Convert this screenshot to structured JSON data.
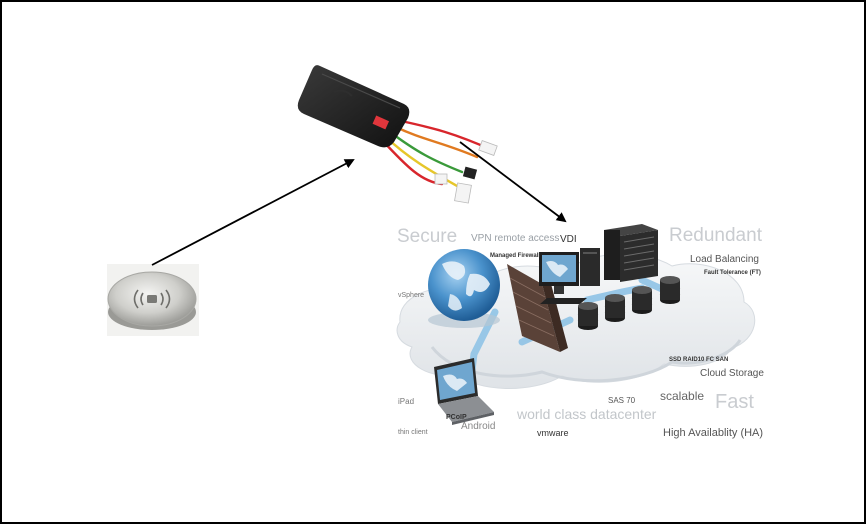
{
  "diagram": {
    "cloud_words": [
      {
        "id": "secure",
        "text": "Secure"
      },
      {
        "id": "vpn",
        "text": "VPN remote access"
      },
      {
        "id": "vdi",
        "text": "VDI"
      },
      {
        "id": "redundant",
        "text": "Redundant"
      },
      {
        "id": "managed-firewall",
        "text": "Managed Firewall"
      },
      {
        "id": "load-balancing",
        "text": "Load Balancing"
      },
      {
        "id": "fault-tolerance",
        "text": "Fault Tolerance (FT)"
      },
      {
        "id": "vsphere",
        "text": "vSphere"
      },
      {
        "id": "ssd-raid",
        "text": "SSD RAID10 FC SAN"
      },
      {
        "id": "cloud-storage",
        "text": "Cloud Storage"
      },
      {
        "id": "scalable",
        "text": "scalable"
      },
      {
        "id": "sas70",
        "text": "SAS 70"
      },
      {
        "id": "fast",
        "text": "Fast"
      },
      {
        "id": "ipad",
        "text": "iPad"
      },
      {
        "id": "pcoip",
        "text": "PCoIP"
      },
      {
        "id": "world-class",
        "text": "world class datacenter"
      },
      {
        "id": "android",
        "text": "Android"
      },
      {
        "id": "thin-client",
        "text": "thin client"
      },
      {
        "id": "vmware",
        "text": "vmware"
      },
      {
        "id": "ha",
        "text": "High Availablity (HA)"
      }
    ],
    "colors": {
      "arrow": "#000000",
      "tracker_body": "#1f1f1f",
      "wire_red": "#d8262c",
      "wire_green": "#3a9a3a",
      "wire_yellow": "#e6c62a",
      "wire_orange": "#e07a20",
      "cloud": "#e9ecef",
      "flow": "#8fc3e6",
      "globe": "#3b82bd",
      "brick": "#5a4238",
      "server": "#2a2a2a"
    },
    "icons": [
      "gps-tracker-icon",
      "ibutton-key-icon",
      "globe-icon",
      "firewall-icon",
      "server-rack-icon",
      "monitor-icon",
      "database-icon",
      "laptop-icon"
    ]
  }
}
